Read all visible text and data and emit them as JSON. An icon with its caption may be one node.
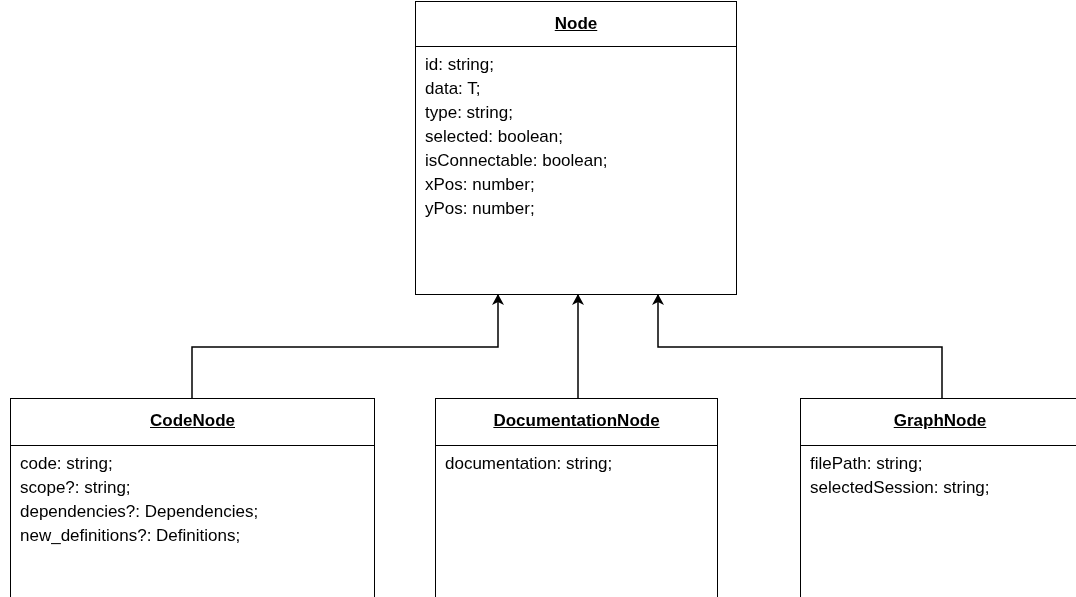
{
  "diagram": {
    "nodes": [
      {
        "text": [
          "Node",
          "id: string;",
          "data: T;",
          "type: string;",
          "selected: boolean;",
          "isConnectable: boolean;",
          "xPos: number;",
          "yPos: number;"
        ]
      },
      {
        "text": [
          "CodeNode",
          "code: string;",
          "scope?: string;",
          "dependencies?: Dependencies;",
          "new_definitions?: Definitions;"
        ]
      },
      {
        "text": [
          "DocumentationNode",
          "documentation: string;"
        ]
      },
      {
        "text": [
          "GraphNode",
          "filePath: string;",
          "selectedSession: string;"
        ]
      }
    ],
    "edges": [
      {
        "from": 1,
        "to": 0,
        "arrow": "to"
      },
      {
        "from": 2,
        "to": 0,
        "arrow": "to"
      },
      {
        "from": 3,
        "to": 0,
        "arrow": "to"
      }
    ]
  }
}
